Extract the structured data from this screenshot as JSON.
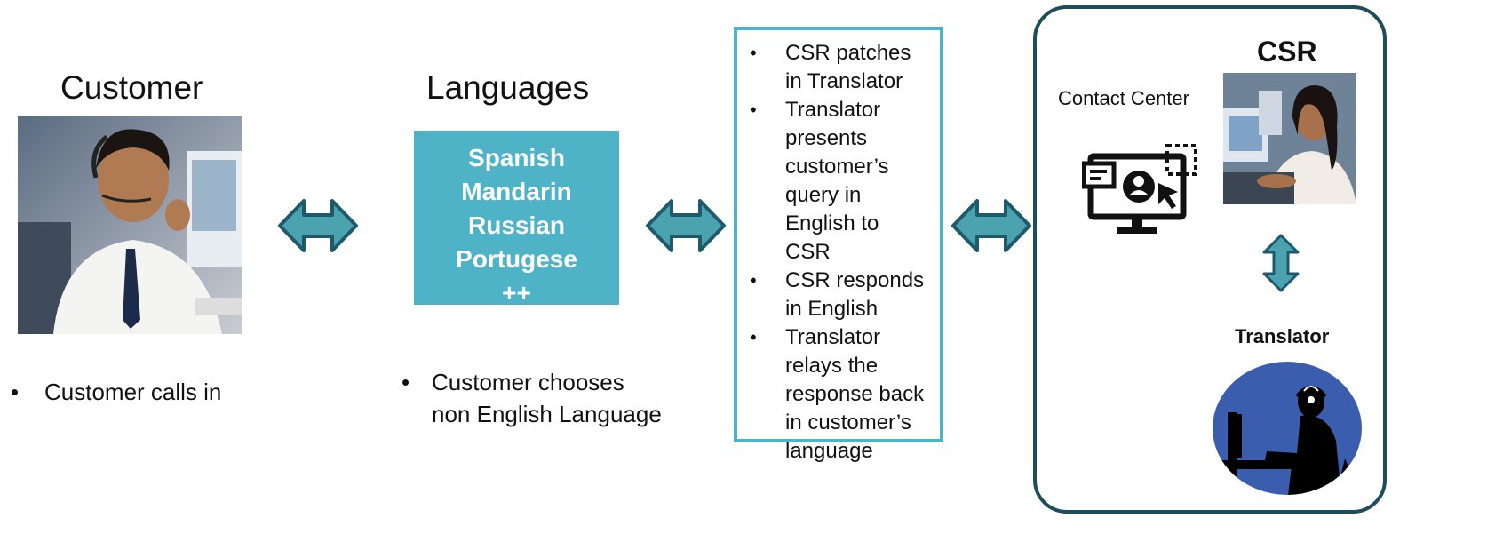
{
  "customer": {
    "heading": "Customer",
    "bullet": "Customer calls in"
  },
  "languages": {
    "heading": "Languages",
    "items": [
      "Spanish",
      "Mandarin",
      "Russian",
      "Portugese",
      "++"
    ],
    "bullet_line1": "Customer chooses",
    "bullet_line2": "non English Language"
  },
  "steps": [
    {
      "line1": "CSR patches",
      "line2": "in Translator"
    },
    {
      "lines": [
        "Translator",
        "presents",
        "customer’s",
        "query in",
        "English to",
        "CSR"
      ]
    },
    {
      "line1": "CSR responds",
      "line2": "in English"
    },
    {
      "lines": [
        "Translator",
        "relays the",
        "response back",
        "in customer’s",
        "language"
      ]
    }
  ],
  "csr_panel": {
    "title": "CSR",
    "contact_center_label": "Contact Center",
    "translator_label": "Translator"
  },
  "bullet_symbol": "•",
  "colors": {
    "accent": "#4FB3C8",
    "arrow_fill": "#4BA3B0",
    "arrow_stroke": "#1E5A6B",
    "panel_border": "#1E4D5C",
    "translator_circle": "#3A5DAE"
  },
  "icons": [
    "customer-photo",
    "double-arrow-icon",
    "monitor-user-icon",
    "csr-photo",
    "vertical-double-arrow-icon",
    "translator-silhouette-icon"
  ]
}
